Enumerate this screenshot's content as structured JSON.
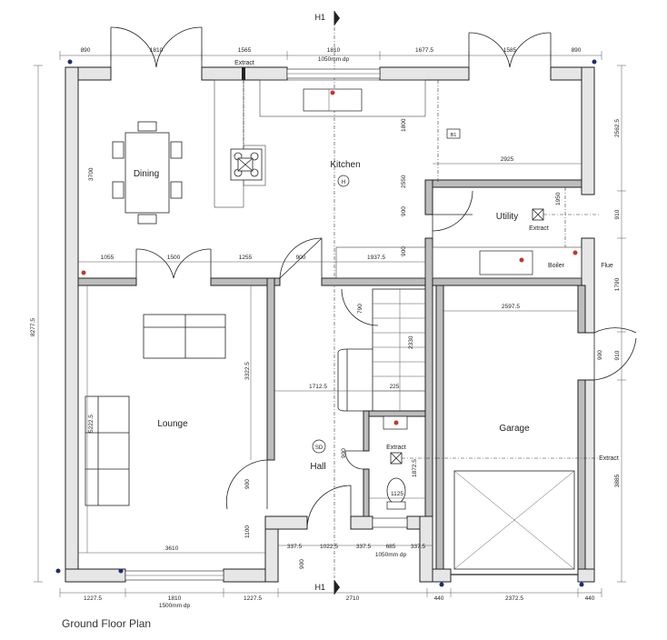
{
  "title": "Ground Floor Plan",
  "section_marker": "H1",
  "rooms": {
    "dining": "Dining",
    "kitchen": "Kitchen",
    "utility": "Utility",
    "lounge": "Lounge",
    "hall": "Hall",
    "garage": "Garage"
  },
  "labels": {
    "extract_top": "Extract",
    "extract_utility": "Extract",
    "extract_wc": "Extract",
    "extract_garage": "Extract",
    "boiler": "Boiler",
    "flue": "Flue",
    "h_symbol": "H",
    "sd_symbol": "SD",
    "b1_symbol": "B1",
    "window_top": "1050mm dp",
    "window_bottom": "1500mm dp",
    "window_wc": "1050mm dp"
  },
  "dims_top": [
    "890",
    "1810",
    "1565",
    "1810",
    "1677.5",
    "1585",
    "890"
  ],
  "dims_bottom": [
    "1227.5",
    "1810",
    "1227.5",
    "2710",
    "440",
    "2372.5",
    "440"
  ],
  "dims_left": "8277.5",
  "dims_right": [
    "2562.5",
    "910",
    "1790",
    "910",
    "3885"
  ],
  "dims_inner": {
    "dining_h": "3700",
    "kitchen_v": "1800",
    "kitchen_v2": "2550",
    "kitchen_v3": "900",
    "kitchen_v4": "900",
    "utility_w": "2925",
    "utility_v": "1950",
    "lounge_row": [
      "1055",
      "1500",
      "1255",
      "900",
      "1937.5"
    ],
    "lounge_w": "3610",
    "lounge_h": "5222.5",
    "lounge_h2": "3322.5",
    "lounge_door": "900",
    "lounge_low": "1100",
    "stair_w": "1712.5",
    "stair_225": "225",
    "stair_790": "790",
    "stair_2330": "2330",
    "hall_900": "900",
    "wc_h": "1872.5",
    "wc_w": "1125",
    "garage_w": "2597.5",
    "garage_door": "900",
    "front_row": [
      "337.5",
      "1022.5",
      "337.5",
      "685",
      "337.5"
    ],
    "front_900": "900"
  }
}
